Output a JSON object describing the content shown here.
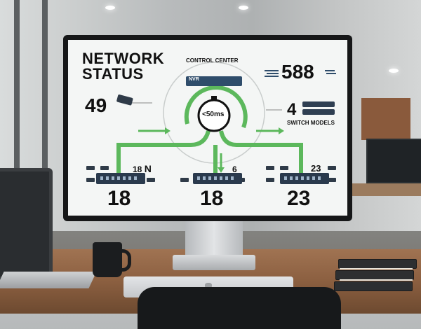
{
  "dashboard": {
    "title_line1": "NETWORK",
    "title_line2": "STATUS",
    "control_center_label": "CONTROL CENTER",
    "nvr_label": "NVR",
    "cameras_total": "49",
    "throughput": "588",
    "latency": "<50ms",
    "switch_models_count": "4",
    "switch_models_label": "SWITCH MODELS",
    "branches": [
      {
        "id": "left",
        "top_count": "18",
        "top_suffix": "N",
        "total": "18"
      },
      {
        "id": "center",
        "top_count": "6",
        "top_suffix": "",
        "total": "18"
      },
      {
        "id": "right",
        "top_count": "23",
        "top_suffix": "",
        "total": "23"
      }
    ]
  },
  "colors": {
    "accent_green": "#5cb85c",
    "switch_navy": "#2a3a4d",
    "text_dark": "#111111",
    "screen_bg": "#f4f6f5"
  },
  "icons": [
    "camera-icon",
    "stopwatch-icon",
    "nvr-icon",
    "switch-icon",
    "arrow-right-icon",
    "arrow-down-icon"
  ]
}
